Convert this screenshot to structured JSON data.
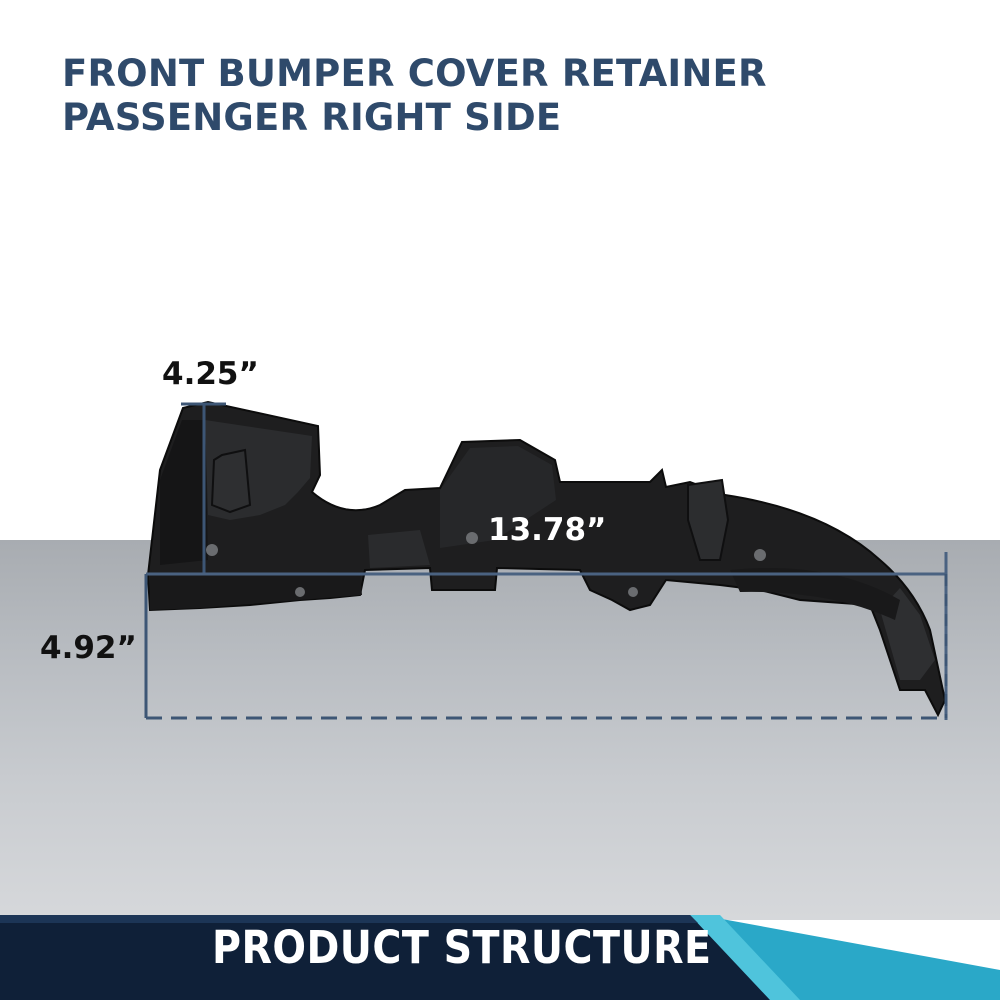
{
  "title": {
    "line1": "FRONT BUMPER COVER RETAINER",
    "line2": "PASSENGER RIGHT SIDE"
  },
  "dimensions": {
    "height": "4.25”",
    "length": "13.78”",
    "depth": "4.92”"
  },
  "banner": {
    "label": "PRODUCT STRUCTURE"
  },
  "colors": {
    "title": "#2f4a6b",
    "dimension_line": "#3d5675",
    "banner_dark": "#0f2038",
    "banner_accent": "#2aa8c8",
    "part": "#1e1e1f"
  }
}
